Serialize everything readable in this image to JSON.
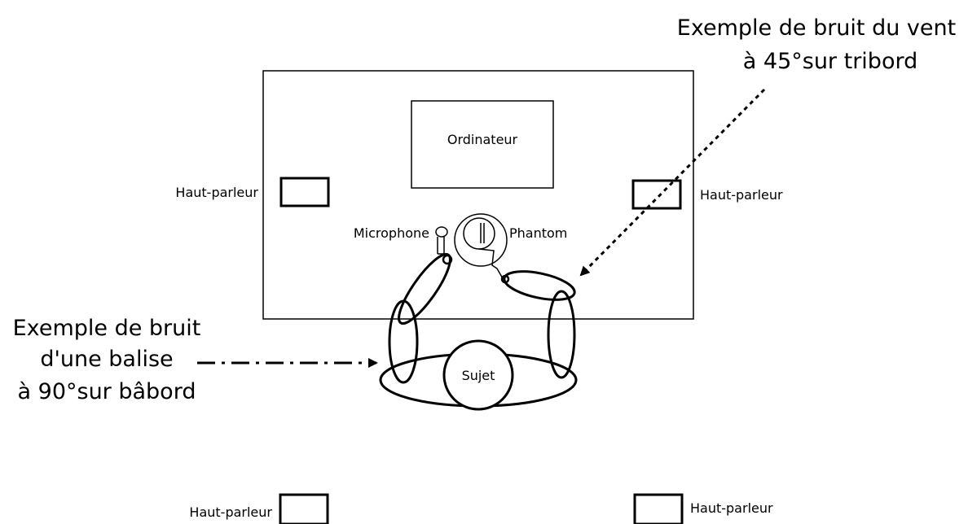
{
  "labels": {
    "computer": "Ordinateur",
    "speaker_left": "Haut-parleur",
    "speaker_right": "Haut-parleur",
    "speaker_bottom_left": "Haut-parleur",
    "speaker_bottom_right": "Haut-parleur",
    "microphone": "Microphone",
    "phantom": "Phantom",
    "subject": "Sujet"
  },
  "wind_note": [
    "Exemple de bruit du vent",
    "à 45°sur tribord"
  ],
  "beacon_note": [
    "Exemple de bruit",
    "d'une balise",
    "à 90°sur bâbord"
  ]
}
